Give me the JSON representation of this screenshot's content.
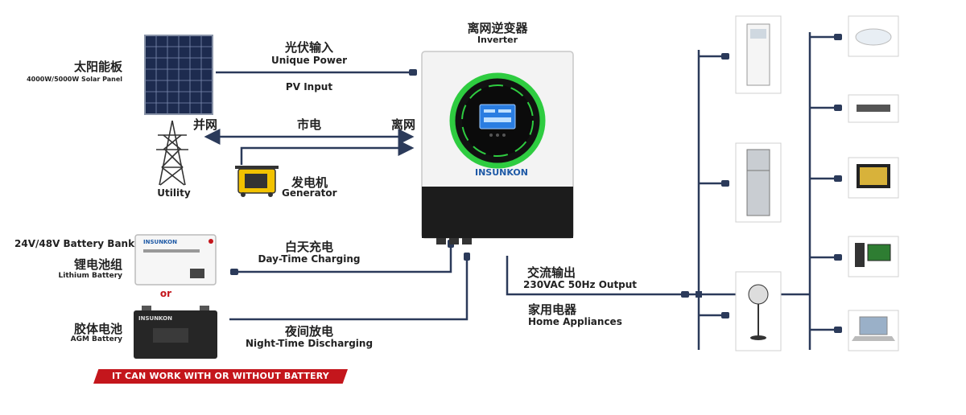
{
  "inverter": {
    "title_cn": "离网逆变器",
    "title_en": "Inverter",
    "brand": "INSUNKON"
  },
  "solar": {
    "title_cn": "太阳能板",
    "subtitle": "4000W/5000W Solar Panel"
  },
  "pv_link": {
    "label_cn": "光伏输入",
    "label_en": "Unique Power",
    "label_en2": "PV Input"
  },
  "grid": {
    "left_cn": "并网",
    "mid_cn": "市电",
    "right_cn": "离网",
    "utility_en": "Utility"
  },
  "generator": {
    "label_cn": "发电机",
    "label_en": "Generator"
  },
  "battery": {
    "bank_label": "24V/48V Battery Bank",
    "lithium_cn": "锂电池组",
    "lithium_en": "Lithium Battery",
    "or_text": "or",
    "agm_cn": "胶体电池",
    "agm_en": "AGM Battery",
    "brand": "INSUNKON",
    "banner": "IT CAN WORK WITH OR WITHOUT BATTERY"
  },
  "charging": {
    "day_cn": "白天充电",
    "day_en": "Day-Time Charging",
    "night_cn": "夜间放电",
    "night_en": "Night-Time Discharging"
  },
  "output": {
    "label_cn": "交流输出",
    "label_en": "230VAC 50Hz Output",
    "appliances_cn": "家用电器",
    "appliances_en": "Home Appliances"
  },
  "appliances": [
    "air-conditioner",
    "refrigerator",
    "fan",
    "ceiling-light",
    "router",
    "tv",
    "desktop-pc",
    "laptop"
  ],
  "colors": {
    "line": "#2b3a5a",
    "banner_red": "#c4161c",
    "ring_green": "#2ecc40",
    "screen_blue": "#2a7de1"
  }
}
